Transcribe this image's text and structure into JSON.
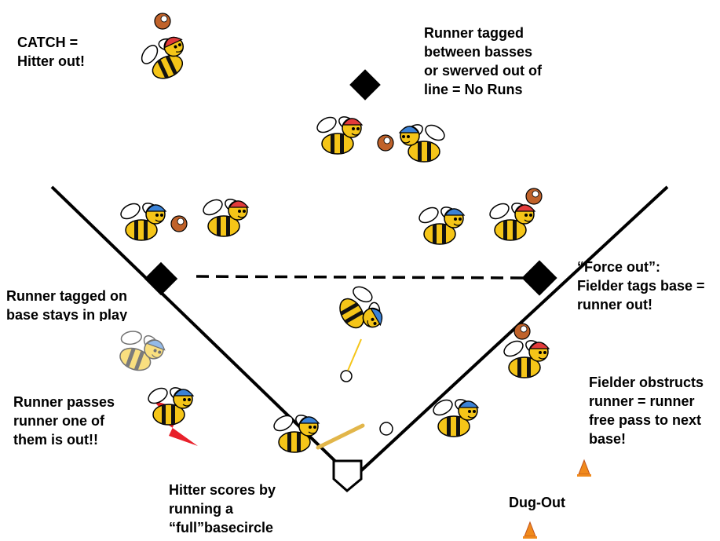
{
  "labels": {
    "catch": "CATCH =\nHitter  out!",
    "tagged_between": "Runner tagged\nbetween basses\nor swerved out of\nline = No Runs",
    "force_out": "“Force out”:\nFielder tags base =\nrunner out!",
    "tagged_on_base": "Runner tagged on\nbase stays in play",
    "passes": "Runner passes\nrunner one of\nthem is out!!",
    "obstructs": "Fielder  obstructs\nrunner = runner\nfree pass to next\nbase!",
    "hitter_scores": "Hitter scores by\nrunning a\n“full”basecircle",
    "dugout": "Dug-Out"
  },
  "colors": {
    "line": "#000000",
    "bee_body": "#f5c518",
    "bee_stripe": "#111111",
    "red_cap": "#e23b3b",
    "blue_cap": "#3b82d6",
    "glove": "#c0622a",
    "cone": "#f08a1c",
    "flash": "#e8202a"
  },
  "icons": [
    "bee-fielder-icon",
    "bee-runner-icon",
    "ball-icon",
    "glove-icon",
    "cone-icon",
    "base-icon",
    "home-plate-icon",
    "lightning-icon"
  ]
}
